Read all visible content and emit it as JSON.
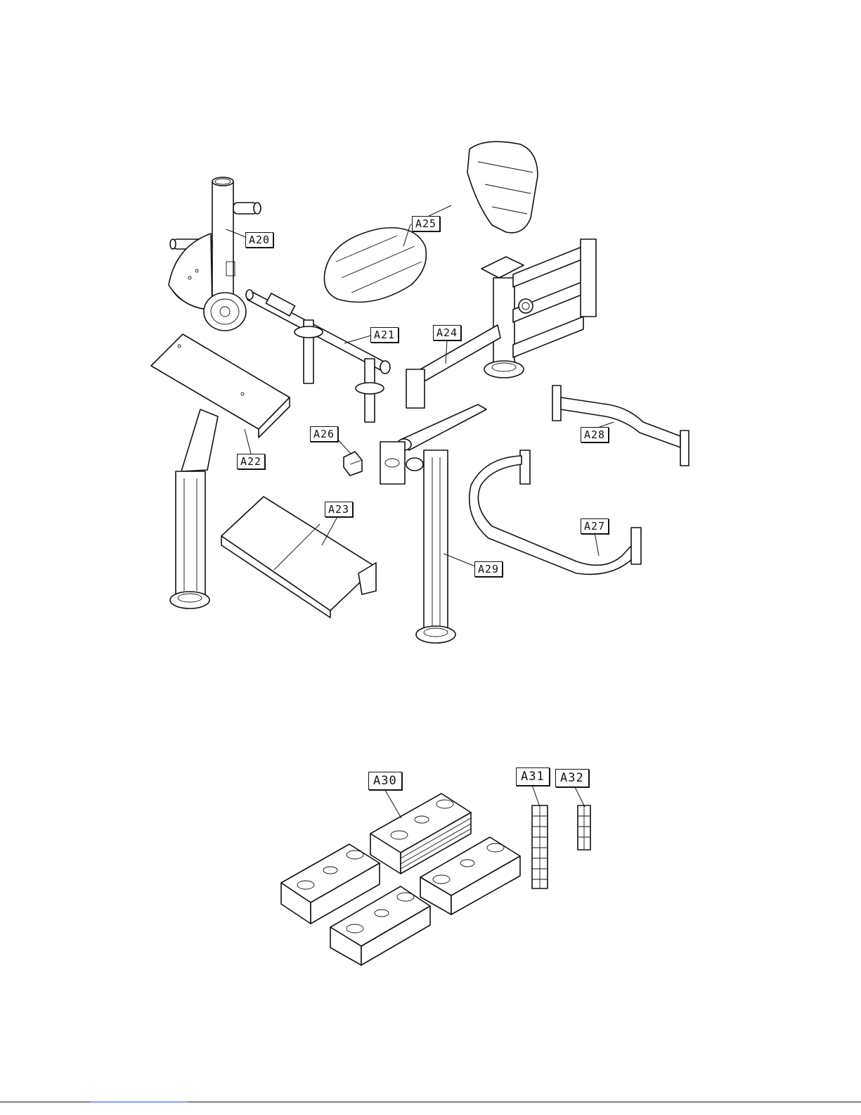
{
  "labels": {
    "a20": "A20",
    "a21": "A21",
    "a22": "A22",
    "a23": "A23",
    "a24": "A24",
    "a25": "A25",
    "a26": "A26",
    "a27": "A27",
    "a28": "A28",
    "a29": "A29",
    "a30": "A30",
    "a31": "A31",
    "a32": "A32"
  }
}
